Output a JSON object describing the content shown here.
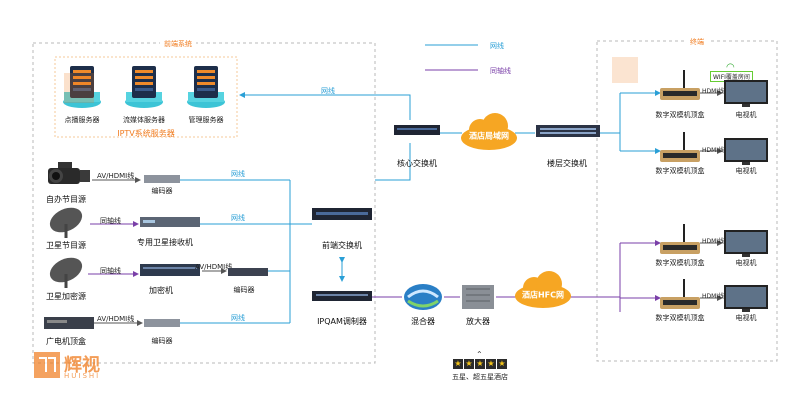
{
  "legend": {
    "net": "网线",
    "coax": "同轴线"
  },
  "regions": {
    "front": "前端系统",
    "terminal": "终端"
  },
  "servers": {
    "items": [
      "点播服务器",
      "流媒体服务器",
      "管理服务器"
    ],
    "group_label": "IPTV系统服务器"
  },
  "sources": {
    "self_made": "自办节目源",
    "satellite": "卫星节目源",
    "satellite_encrypted": "卫星加密源",
    "cable_stb": "广电机顶盒"
  },
  "links": {
    "av_hdmi": "AV/HDMI线",
    "coax": "同轴线",
    "net": "网线"
  },
  "devices": {
    "encoder": "编码器",
    "sat_receiver": "专用卫星接收机",
    "descrambler": "加密机",
    "front_switch": "前端交换机",
    "ipqam": "IPQAM调制器",
    "core_switch": "核心交换机",
    "floor_switch": "楼层交换机",
    "mixer": "混合器",
    "amplifier": "放大器"
  },
  "clouds": {
    "lan": "酒店局域网",
    "hfc": "酒店HFC网"
  },
  "terminals": {
    "stb": "数字双模机顶盒",
    "tv": "电视机",
    "hdmi": "HDMI线",
    "wifi": "WIFI覆盖房间"
  },
  "hotel": "五星、超五星酒店",
  "watermark": {
    "cn": "辉视",
    "en": "HUISHI"
  },
  "colors": {
    "net": "#2a9fd6",
    "coax": "#7a3fa8",
    "accent": "#f07b1e"
  }
}
